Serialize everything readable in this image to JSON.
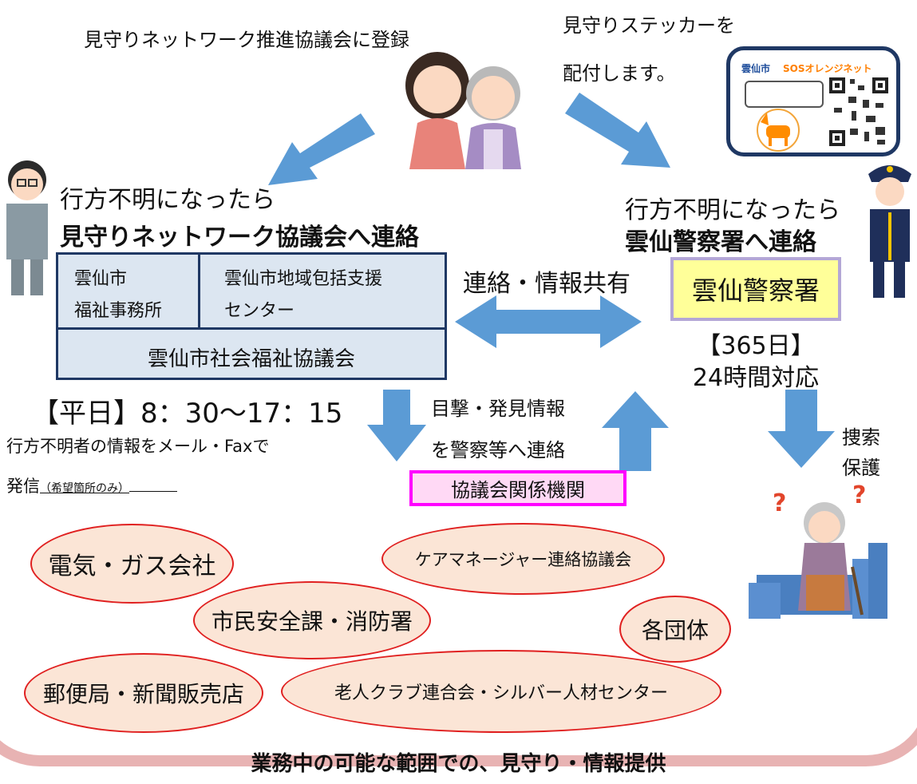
{
  "top": {
    "register": "見守りネットワーク推進協議会に登録",
    "sticker_line1": "見守りステッカーを",
    "sticker_line2": "配付します。"
  },
  "sticker": {
    "city": "雲仙市",
    "brand": "SOSオレンジネット",
    "badge": "orange-supporter"
  },
  "left": {
    "missing": "行方不明になったら",
    "contact": "見守りネットワーク協議会へ連絡",
    "cell_a1": "雲仙市",
    "cell_a2": "福祉事務所",
    "cell_b1": "雲仙市地域包括支援",
    "cell_b2": "センター",
    "cell_c": "雲仙市社会福祉協議会",
    "hours": "【平日】8：30～17：15",
    "note1": "行方不明者の情報をメール・Faxで",
    "note2_main": "発信",
    "note2_sub": "（希望箇所のみ）"
  },
  "right": {
    "missing": "行方不明になったら",
    "contact": "雲仙警察署へ連絡",
    "police": "雲仙警察署",
    "days": "【365日】",
    "hours": "24時間対応",
    "search1": "捜索",
    "search2": "保護"
  },
  "middle": {
    "share": "連絡・情報共有",
    "witness1": "目撃・発見情報",
    "witness2": "を警察等へ連絡",
    "org": "協議会関係機関"
  },
  "orgs": {
    "electric": "電気・ガス会社",
    "care": "ケアマネージャー連絡協議会",
    "citizen": "市民安全課・消防署",
    "groups": "各団体",
    "post": "郵便局・新聞販売店",
    "club": "老人クラブ連合会・シルバー人材センター"
  },
  "footer": "業務中の可能な範囲での、見守り・情報提供",
  "colors": {
    "arrow": "#5b9bd5",
    "box": "#dce6f1",
    "police": "#ffff99",
    "org": "#ff00ff",
    "ellipse": "#fbe5d6",
    "ellipse_border": "#e02020"
  }
}
